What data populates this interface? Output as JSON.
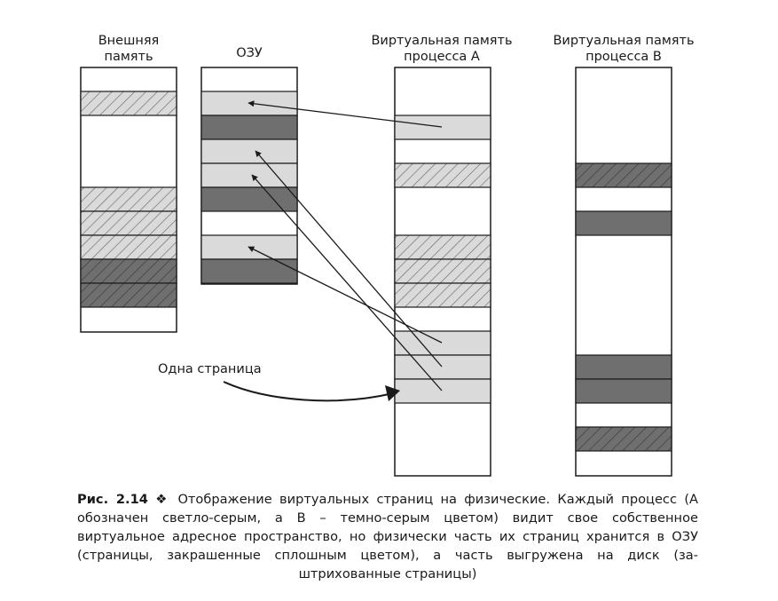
{
  "columns": {
    "external": {
      "title_lines": [
        "Внешняя",
        "память"
      ]
    },
    "ram": {
      "title_lines": [
        "ОЗУ"
      ]
    },
    "proc_a": {
      "title_lines": [
        "Виртуальная память",
        "процесса А"
      ]
    },
    "proc_b": {
      "title_lines": [
        "Виртуальная память",
        "процесса В"
      ]
    }
  },
  "annotation": {
    "one_page": "Одна страница"
  },
  "legend": {
    "process_a_fill": "#dadada",
    "process_b_fill": "#6f6f6f",
    "outline": "#1a1a1a"
  },
  "caption": {
    "figure_number": "Рис. 2.14",
    "separator": "❖",
    "text_main": "Отображение виртуальных страниц на физические. Каждый процесс (А обозначен светло-серым, а В – темно-серым цветом) видит свое собственное виртуальное адресное пространство, но физически часть их страниц хранится в ОЗУ (страницы, закрашенные сплошным цветом), а часть выгружена на диск (за-",
    "text_last": "штрихованные страницы)"
  }
}
